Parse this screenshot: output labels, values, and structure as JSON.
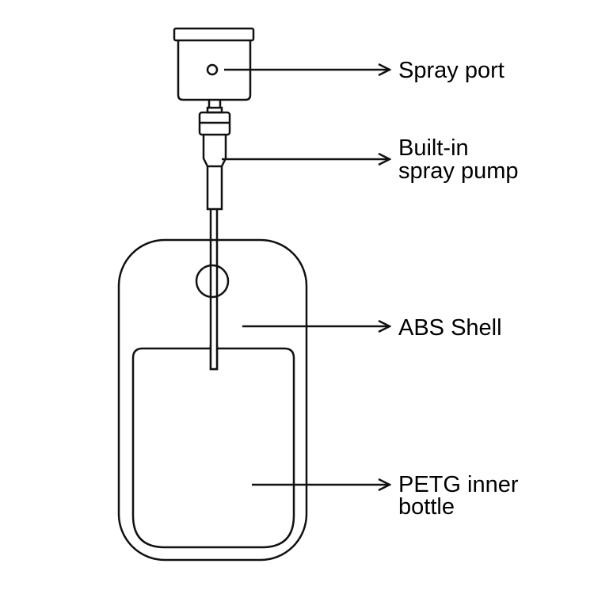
{
  "labels": {
    "spray_port": "Spray port",
    "pump_line1": "Built-in",
    "pump_line2": "spray pump",
    "shell": "ABS Shell",
    "inner_line1": "PETG inner",
    "inner_line2": "bottle"
  },
  "colors": {
    "stroke": "#111111",
    "background": "#ffffff"
  }
}
